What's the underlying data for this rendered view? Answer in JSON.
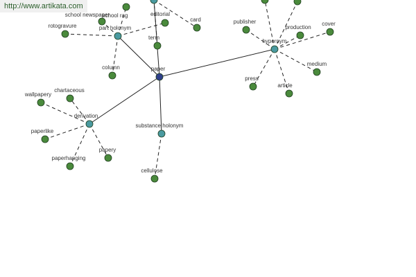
{
  "header": {
    "url": "http://www.artikata.com"
  },
  "colors": {
    "edge": "#222222",
    "center_node": "#2f3f8a",
    "hub_node": "#4a9aa0",
    "leaf_node": "#4a8a3c",
    "node_stroke": "#1e3d1e"
  },
  "graph": {
    "nodes": [
      {
        "id": "paper",
        "label": "paper",
        "kind": "center"
      },
      {
        "id": "part_holonym",
        "label": "part holonym",
        "kind": "hub"
      },
      {
        "id": "hypernym",
        "label": "hypernym",
        "kind": "hub"
      },
      {
        "id": "derivation",
        "label": "derivation",
        "kind": "hub"
      },
      {
        "id": "substance_holonym",
        "label": "substance holonym",
        "kind": "hub"
      },
      {
        "id": "term_top",
        "label": "",
        "kind": "hub"
      },
      {
        "id": "school_newspaper",
        "label": "school newspaper",
        "kind": "leaf"
      },
      {
        "id": "school_rag",
        "label": "school rag",
        "kind": "leaf"
      },
      {
        "id": "rotogravure",
        "label": "rotogravure",
        "kind": "leaf"
      },
      {
        "id": "column",
        "label": "column",
        "kind": "leaf"
      },
      {
        "id": "editorial",
        "label": "editorial",
        "kind": "leaf"
      },
      {
        "id": "card",
        "label": "card",
        "kind": "leaf"
      },
      {
        "id": "term",
        "label": "term",
        "kind": "leaf"
      },
      {
        "id": "publisher",
        "label": "publisher",
        "kind": "leaf"
      },
      {
        "id": "production",
        "label": "production",
        "kind": "leaf"
      },
      {
        "id": "cover",
        "label": "cover",
        "kind": "leaf"
      },
      {
        "id": "medium",
        "label": "medium",
        "kind": "leaf"
      },
      {
        "id": "press",
        "label": "press",
        "kind": "leaf"
      },
      {
        "id": "article",
        "label": "article",
        "kind": "leaf"
      },
      {
        "id": "hyp_top1",
        "label": "",
        "kind": "leaf"
      },
      {
        "id": "hyp_top2",
        "label": "",
        "kind": "leaf"
      },
      {
        "id": "wallpapery",
        "label": "wallpapery",
        "kind": "leaf"
      },
      {
        "id": "chartaceous",
        "label": "chartaceous",
        "kind": "leaf"
      },
      {
        "id": "paperlike",
        "label": "paperlike",
        "kind": "leaf"
      },
      {
        "id": "paperhanging",
        "label": "paperhanging",
        "kind": "leaf"
      },
      {
        "id": "papery",
        "label": "papery",
        "kind": "leaf"
      },
      {
        "id": "cellulose",
        "label": "cellulose",
        "kind": "leaf"
      }
    ],
    "edges": [
      {
        "from": "paper",
        "to": "part_holonym",
        "style": "solid"
      },
      {
        "from": "paper",
        "to": "hypernym",
        "style": "solid"
      },
      {
        "from": "paper",
        "to": "derivation",
        "style": "solid"
      },
      {
        "from": "paper",
        "to": "substance_holonym",
        "style": "solid"
      },
      {
        "from": "paper",
        "to": "term_top",
        "style": "solid"
      },
      {
        "from": "part_holonym",
        "to": "school_newspaper",
        "style": "dashed"
      },
      {
        "from": "part_holonym",
        "to": "school_rag",
        "style": "dashed"
      },
      {
        "from": "part_holonym",
        "to": "rotogravure",
        "style": "dashed"
      },
      {
        "from": "part_holonym",
        "to": "column",
        "style": "dashed"
      },
      {
        "from": "part_holonym",
        "to": "editorial",
        "style": "dashed"
      },
      {
        "from": "term_top",
        "to": "card",
        "style": "dashed"
      },
      {
        "from": "term_top",
        "to": "term",
        "style": "dashed"
      },
      {
        "from": "hypernym",
        "to": "publisher",
        "style": "dashed"
      },
      {
        "from": "hypernym",
        "to": "production",
        "style": "dashed"
      },
      {
        "from": "hypernym",
        "to": "cover",
        "style": "dashed"
      },
      {
        "from": "hypernym",
        "to": "medium",
        "style": "dashed"
      },
      {
        "from": "hypernym",
        "to": "press",
        "style": "dashed"
      },
      {
        "from": "hypernym",
        "to": "article",
        "style": "dashed"
      },
      {
        "from": "hypernym",
        "to": "hyp_top1",
        "style": "dashed"
      },
      {
        "from": "hypernym",
        "to": "hyp_top2",
        "style": "dashed"
      },
      {
        "from": "derivation",
        "to": "wallpapery",
        "style": "dashed"
      },
      {
        "from": "derivation",
        "to": "chartaceous",
        "style": "dashed"
      },
      {
        "from": "derivation",
        "to": "paperlike",
        "style": "dashed"
      },
      {
        "from": "derivation",
        "to": "paperhanging",
        "style": "dashed"
      },
      {
        "from": "derivation",
        "to": "papery",
        "style": "dashed"
      },
      {
        "from": "substance_holonym",
        "to": "cellulose",
        "style": "dashed"
      }
    ]
  }
}
